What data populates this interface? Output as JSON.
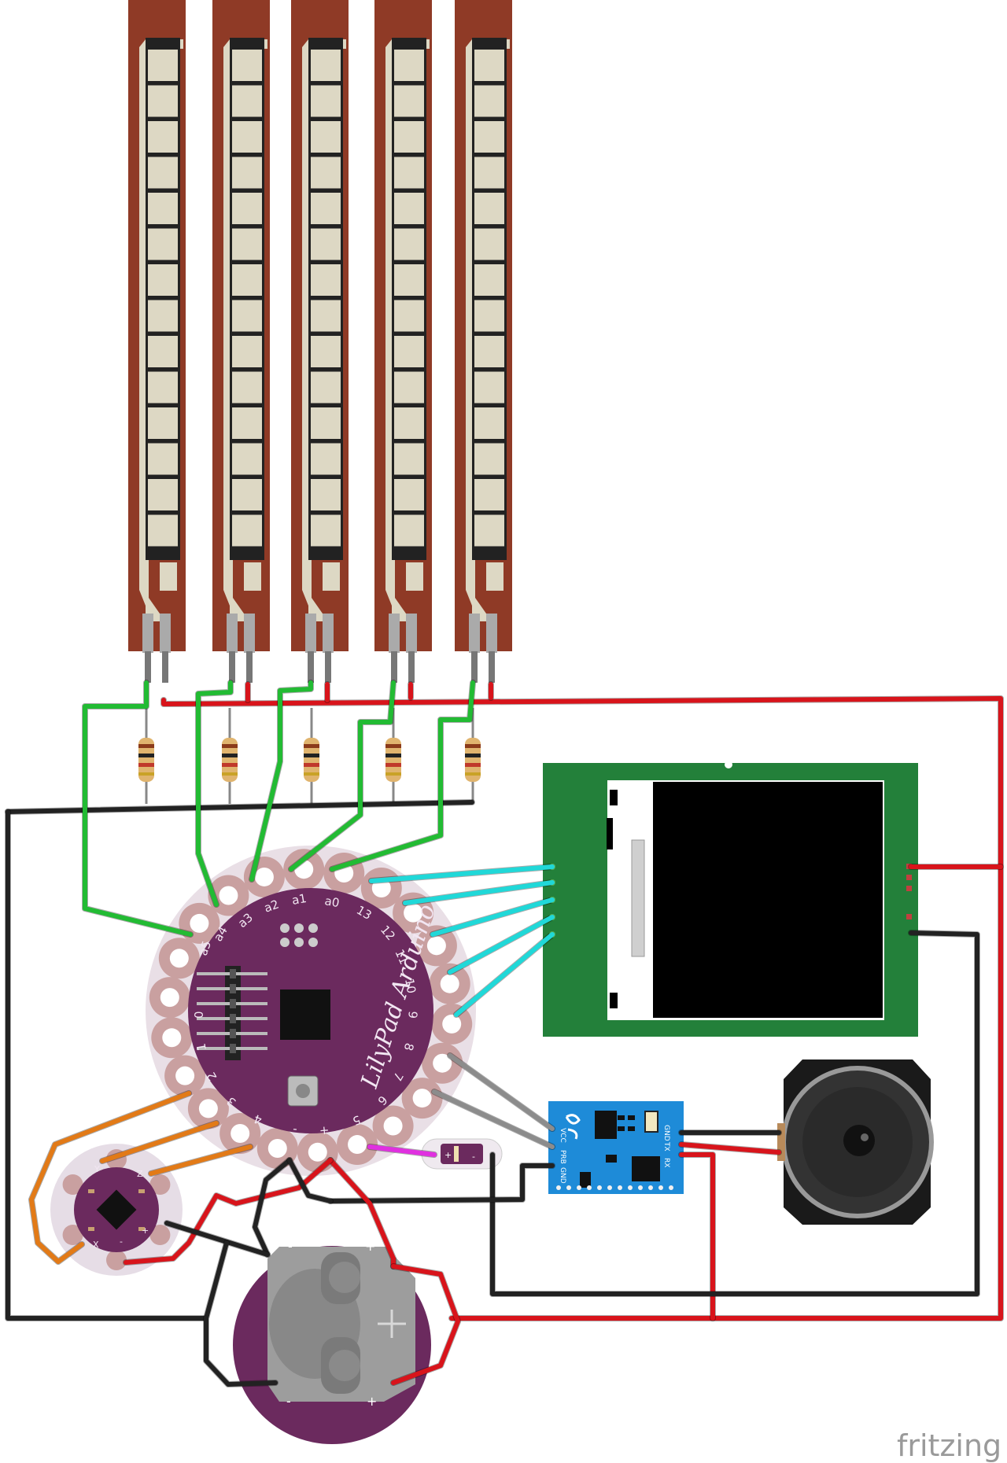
{
  "brand": "fritzing",
  "lilypad": {
    "logo_text": "LilyPad Arduino",
    "pin_labels": [
      "a5",
      "a4",
      "a3",
      "a2",
      "a1",
      "a0",
      "13",
      "12",
      "11",
      "10",
      "9",
      "8",
      "7",
      "6",
      "5",
      "+",
      "-",
      "4",
      "3",
      "2",
      "1",
      "0"
    ]
  },
  "mp3_module": {
    "left_pins": [
      "VCC",
      "PRB",
      "GND"
    ],
    "right_pins": [
      "GND",
      "TX",
      "RX"
    ]
  },
  "battery_holder": {
    "plus": "+",
    "minus": "-"
  },
  "accelerometer": {
    "pins": [
      "Y",
      "Z",
      "+",
      "-",
      "X"
    ]
  },
  "lightsensor": {
    "pins": [
      "+",
      "-"
    ]
  },
  "colors": {
    "sensor_body": "#8f3a26",
    "sensor_pad": "#ddd8c4",
    "lilypad_purple": "#6b2a5e",
    "lilypad_petal": "#c9a0a0",
    "wire_green": "#22bb33",
    "wire_red": "#d8141b",
    "wire_black": "#222222",
    "wire_cyan": "#20d8d8",
    "wire_orange": "#e27a17",
    "wire_gray": "#8c8c8c",
    "wire_magenta": "#e030e0",
    "lcd_pcb": "#23803a",
    "mp3_pcb": "#1e8bd8"
  }
}
